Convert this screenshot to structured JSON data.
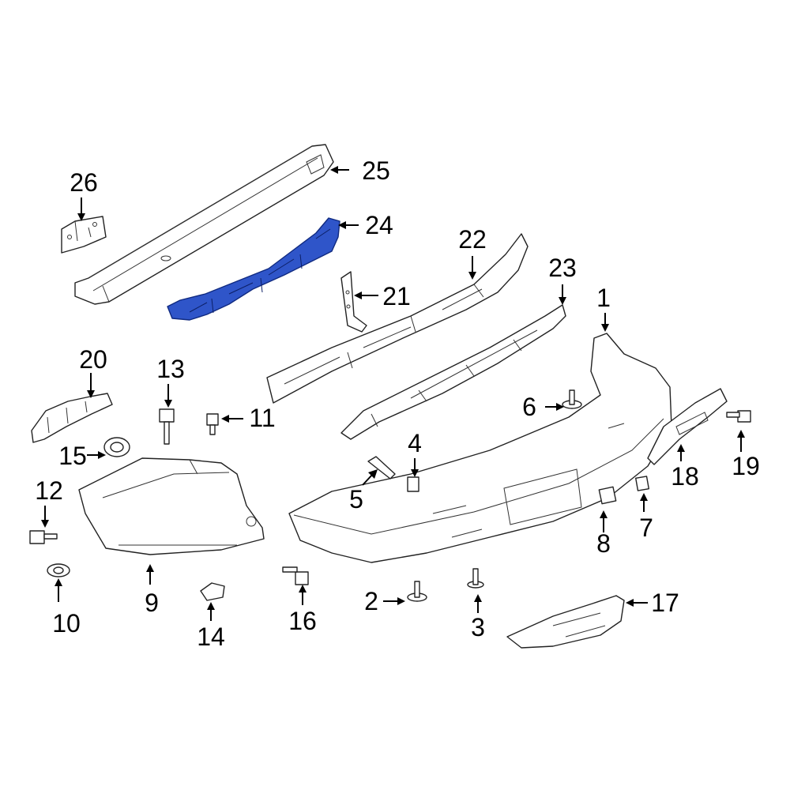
{
  "diagram": {
    "highlight_color": "#2f55c9",
    "outline_color": "#222222",
    "highlighted_part": "24",
    "callouts": [
      "1",
      "2",
      "3",
      "4",
      "5",
      "6",
      "7",
      "8",
      "9",
      "10",
      "11",
      "12",
      "13",
      "14",
      "15",
      "16",
      "17",
      "18",
      "19",
      "20",
      "21",
      "22",
      "23",
      "24",
      "25",
      "26"
    ]
  }
}
